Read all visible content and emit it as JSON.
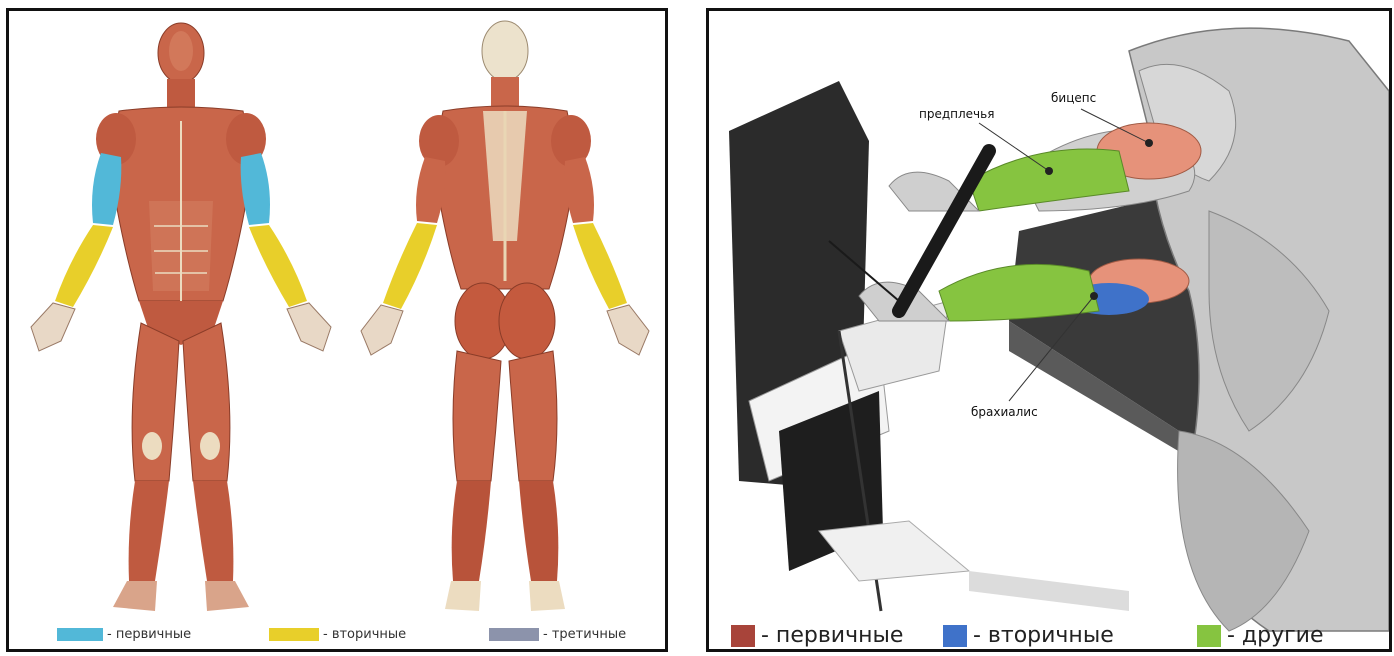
{
  "left_panel": {
    "legend": [
      {
        "label": "- первичные",
        "color": "#52b8d8"
      },
      {
        "label": "- вторичные",
        "color": "#e8cf2a"
      },
      {
        "label": "- третичные",
        "color": "#8c93ab"
      }
    ]
  },
  "right_panel": {
    "callouts": {
      "forearms": "предплечья",
      "biceps": "бицепс",
      "brachialis": "брахиалис"
    },
    "legend": [
      {
        "label": "- первичные",
        "color": "#a8443a"
      },
      {
        "label": "- вторичные",
        "color": "#3f72c9"
      },
      {
        "label": "- другие",
        "color": "#86c440"
      }
    ]
  },
  "colors": {
    "muscle": "#c9664a",
    "muscle_dark": "#a9482f",
    "tendon": "#ecdcc0",
    "gray_body": "#c8c8c8",
    "bench": "#2b2b2b"
  }
}
